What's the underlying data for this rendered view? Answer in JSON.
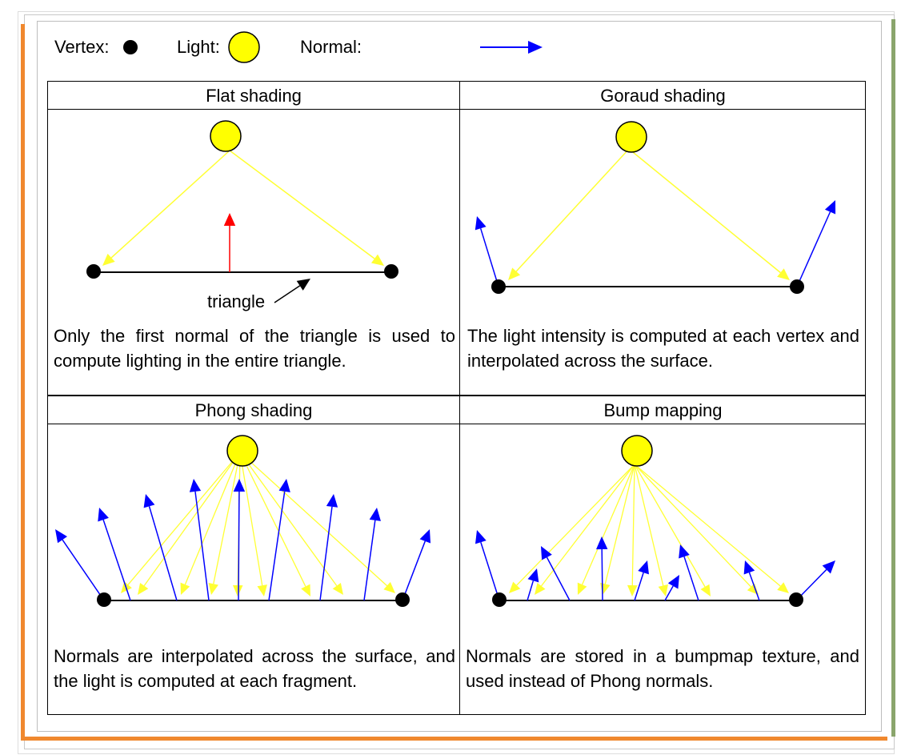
{
  "legend": {
    "vertex_label": "Vertex:",
    "light_label": "Light:",
    "normal_label": "Normal:"
  },
  "panels": [
    {
      "title": "Flat shading",
      "annotation": "triangle",
      "caption": "Only the first normal of the triangle is used to compute lighting in the entire triangle."
    },
    {
      "title": "Goraud shading",
      "caption": "The light intensity is computed at each vertex and interpolated across the surface."
    },
    {
      "title": "Phong shading",
      "caption": "Normals are interpolated across the surface, and the light is computed at each fragment."
    },
    {
      "title": "Bump mapping",
      "caption": "Normals are stored in a bumpmap texture, and used instead of Phong normals."
    }
  ],
  "colors": {
    "light": "#ffff00",
    "light_ray": "#ffff33",
    "normal": "#0000ff",
    "flat_normal": "#ff0000",
    "vertex": "#000000"
  }
}
